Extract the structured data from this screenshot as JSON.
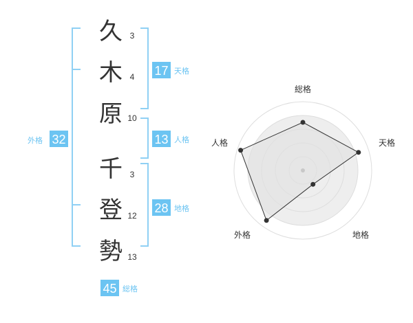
{
  "name_chars": [
    {
      "char": "久",
      "strokes": "3"
    },
    {
      "char": "木",
      "strokes": "4"
    },
    {
      "char": "原",
      "strokes": "10"
    },
    {
      "char": "千",
      "strokes": "3"
    },
    {
      "char": "登",
      "strokes": "12"
    },
    {
      "char": "勢",
      "strokes": "13"
    }
  ],
  "fortunes": {
    "tenkaku": {
      "value": "17",
      "label": "天格"
    },
    "jinkaku": {
      "value": "13",
      "label": "人格"
    },
    "chikaku": {
      "value": "28",
      "label": "地格"
    },
    "gaikaku": {
      "value": "32",
      "label": "外格"
    },
    "soukaku": {
      "value": "45",
      "label": "総格"
    }
  },
  "colors": {
    "accent": "#6cc4f2",
    "bracket": "#8fd0f4",
    "text": "#333333"
  },
  "chart_data": {
    "type": "radar",
    "axes": [
      "総格",
      "天格",
      "地格",
      "外格",
      "人格"
    ],
    "values": [
      0.7,
      0.85,
      0.25,
      0.9,
      0.95
    ],
    "max": 1
  }
}
